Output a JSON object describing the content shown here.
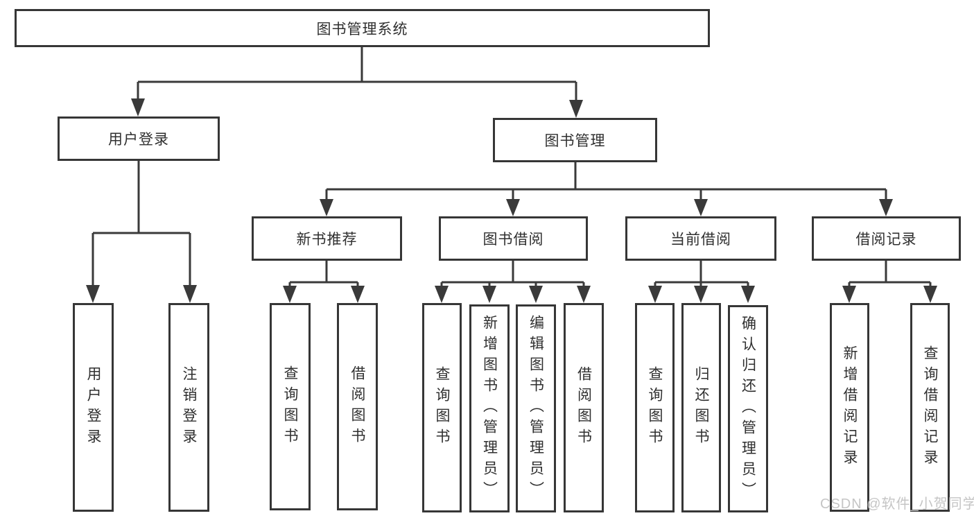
{
  "title": "图书管理系统",
  "nodes": {
    "root": {
      "label": "图书管理系统"
    },
    "level2": [
      {
        "label": "用户登录"
      },
      {
        "label": "图书管理"
      }
    ],
    "level3": [
      {
        "label": "新书推荐",
        "parent": "图书管理"
      },
      {
        "label": "图书借阅",
        "parent": "图书管理"
      },
      {
        "label": "当前借阅",
        "parent": "图书管理"
      },
      {
        "label": "借阅记录",
        "parent": "图书管理"
      }
    ],
    "leaves": [
      {
        "label": "用户登录",
        "parent": "用户登录"
      },
      {
        "label": "注销登录",
        "parent": "用户登录"
      },
      {
        "label": "查询图书",
        "parent": "新书推荐"
      },
      {
        "label": "借阅图书",
        "parent": "新书推荐"
      },
      {
        "label": "查询图书",
        "parent": "图书借阅"
      },
      {
        "label": "新增图书（管理员）",
        "parent": "图书借阅"
      },
      {
        "label": "编辑图书（管理员）",
        "parent": "图书借阅"
      },
      {
        "label": "借阅图书",
        "parent": "图书借阅"
      },
      {
        "label": "查询图书",
        "parent": "当前借阅"
      },
      {
        "label": "归还图书",
        "parent": "当前借阅"
      },
      {
        "label": "确认归还（管理员）",
        "parent": "当前借阅"
      },
      {
        "label": "新增借阅记录",
        "parent": "借阅记录"
      },
      {
        "label": "查询借阅记录",
        "parent": "借阅记录"
      }
    ]
  },
  "watermark": {
    "text": "CSDN @软件_小贺同学"
  },
  "colors": {
    "stroke": "#3a3a3a",
    "border": "#363636",
    "text": "#2f2f2f",
    "background": "#ffffff",
    "watermark": "#c5c5c5"
  }
}
